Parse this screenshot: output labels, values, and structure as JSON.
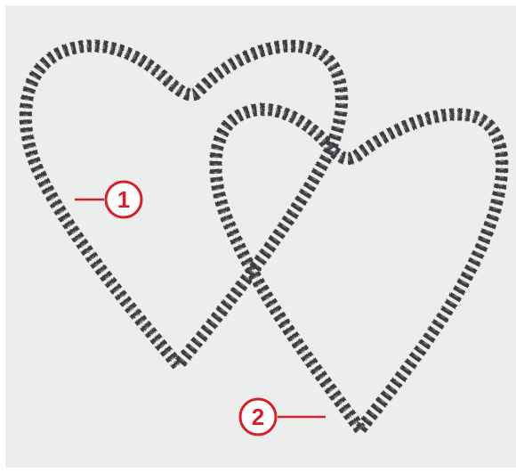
{
  "callouts": [
    {
      "label": "1",
      "target": "heart-outline-1"
    },
    {
      "label": "2",
      "target": "heart-outline-2"
    }
  ],
  "colors": {
    "background": "#eceded",
    "stitch": "#3b3e40",
    "stitch_highlight": "#6d7073",
    "callout": "#d2232a"
  },
  "icons": [
    "stitched-heart-outline",
    "numbered-callout-circle"
  ]
}
